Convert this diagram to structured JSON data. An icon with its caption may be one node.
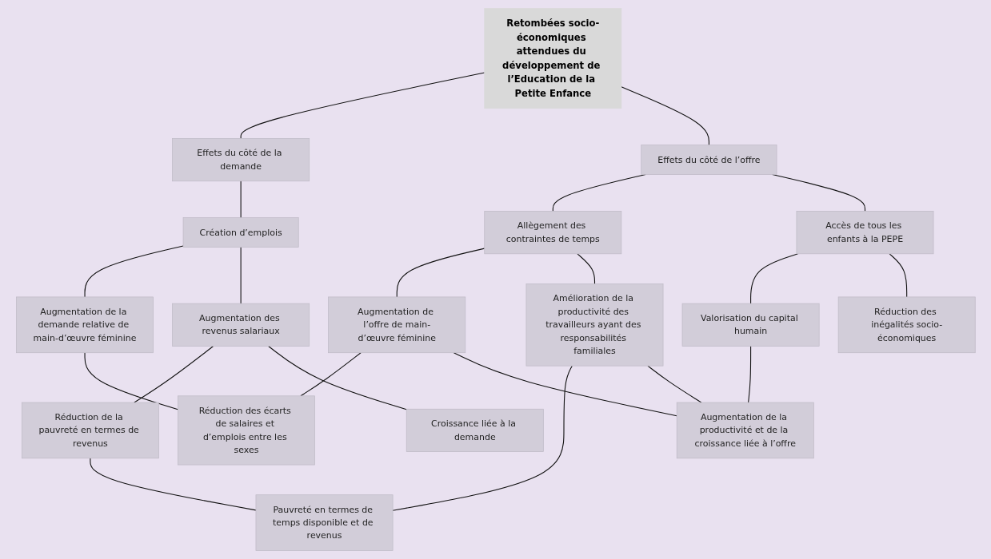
{
  "diagram": {
    "nodes": [
      {
        "text": [
          "Retombées socio-économiques attendues du développement de l’Education de la Petite Enfance"
        ]
      },
      {
        "text": [
          "Effets du côté de la demande"
        ]
      },
      {
        "text": [
          "Effets du côté de l’offre"
        ]
      },
      {
        "text": [
          "Création d’emplois"
        ]
      },
      {
        "text": [
          "Allègement des contraintes de temps"
        ]
      },
      {
        "text": [
          "Augmentation de la demande relative de main-d’œuvre féminine"
        ]
      },
      {
        "text": [
          "Augmentation de l’offre de main-d’œuvre féminine"
        ]
      },
      {
        "text": [
          "Accès de tous les enfants à la PEPE"
        ]
      },
      {
        "text": [
          "Augmentation des revenus salariaux"
        ]
      },
      {
        "text": [
          "Réduction des écarts de salaires et d’emplois entre les sexes"
        ]
      },
      {
        "text": [
          "Amélioration de la productivité des travailleurs ayant des responsabilités familiales"
        ]
      },
      {
        "text": [
          "Réduction de la pauvreté en termes de revenus"
        ]
      },
      {
        "text": [
          "Pauvreté en termes de temps disponible et de revenus"
        ]
      },
      {
        "text": [
          "Valorisation du capital humain"
        ]
      },
      {
        "text": [
          "Croissance liée à la demande"
        ]
      },
      {
        "text": [
          "Réduction des inégalités socio-économiques"
        ]
      },
      {
        "text": [
          "Augmentation de la productivité et de la croissance liée à l’offre"
        ]
      }
    ],
    "edges": [
      {
        "from": 0,
        "to": 1,
        "arrow": "none"
      },
      {
        "from": 0,
        "to": 2,
        "arrow": "none"
      },
      {
        "from": 1,
        "to": 3,
        "arrow": "none"
      },
      {
        "from": 3,
        "to": 5,
        "arrow": "none"
      },
      {
        "from": 3,
        "to": 8,
        "arrow": "none"
      },
      {
        "from": 2,
        "to": 4,
        "arrow": "none"
      },
      {
        "from": 2,
        "to": 7,
        "arrow": "none"
      },
      {
        "from": 4,
        "to": 6,
        "arrow": "none"
      },
      {
        "from": 4,
        "to": 10,
        "arrow": "none"
      },
      {
        "from": 5,
        "to": 9,
        "arrow": "none"
      },
      {
        "from": 6,
        "to": 9,
        "arrow": "none"
      },
      {
        "from": 6,
        "to": 16,
        "arrow": "none"
      },
      {
        "from": 8,
        "to": 11,
        "arrow": "none"
      },
      {
        "from": 8,
        "to": 14,
        "arrow": "none"
      },
      {
        "from": 11,
        "to": 12,
        "arrow": "none"
      },
      {
        "from": 10,
        "to": 12,
        "arrow": "none"
      },
      {
        "from": 10,
        "to": 16,
        "arrow": "none"
      },
      {
        "from": 7,
        "to": 13,
        "arrow": "none"
      },
      {
        "from": 7,
        "to": 15,
        "arrow": "none"
      },
      {
        "from": 13,
        "to": 16,
        "arrow": "none"
      }
    ]
  }
}
